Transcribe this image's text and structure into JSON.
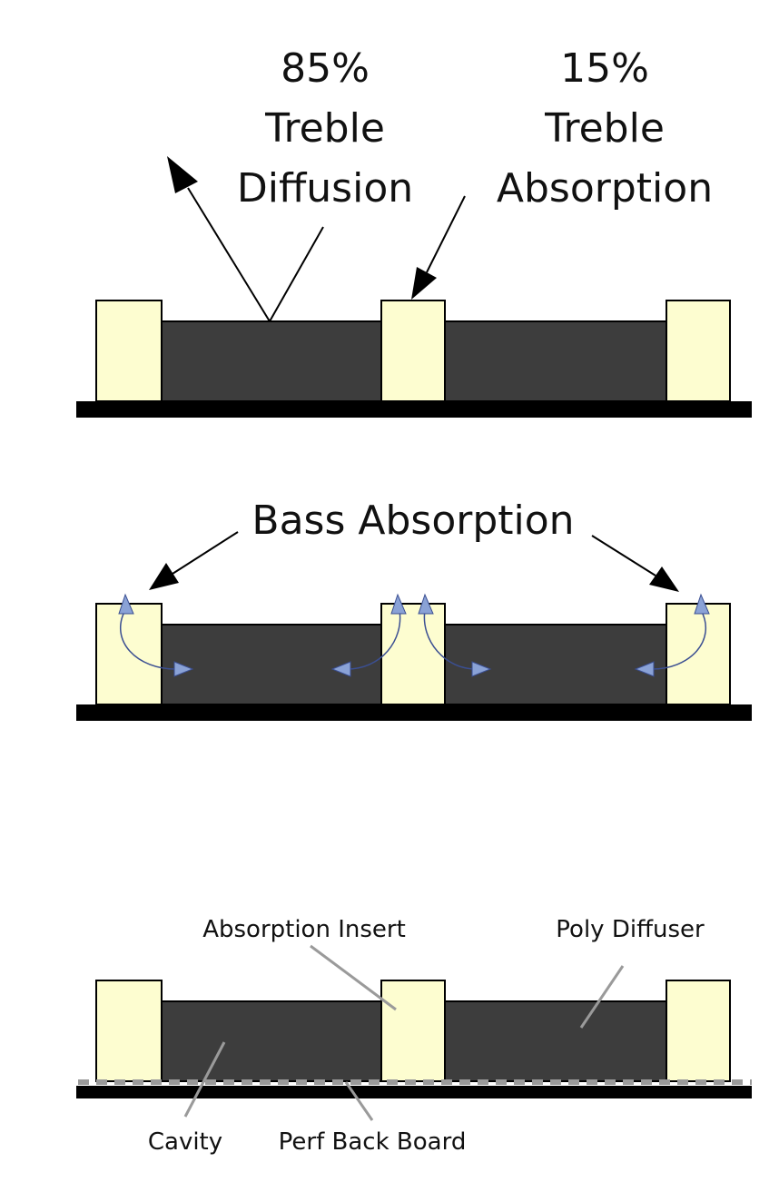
{
  "panel1": {
    "left_label": {
      "line1": "85%",
      "line2": "Treble",
      "line3": "Diffusion"
    },
    "right_label": {
      "line1": "15%",
      "line2": "Treble",
      "line3": "Absorption"
    }
  },
  "panel2": {
    "title": "Bass Absorption"
  },
  "panel3": {
    "absorption_insert": "Absorption Insert",
    "poly_diffuser": "Poly Diffuser",
    "cavity": "Cavity",
    "perf_back_board": "Perf Back Board"
  },
  "colors": {
    "insert_fill": "#fdfdd0",
    "diffuser_fill": "#3d3d3d",
    "base": "#000000",
    "arc_stroke": "#3b4f92",
    "arc_head": "#8aa2d6",
    "leader_gray": "#9a9a9a"
  }
}
